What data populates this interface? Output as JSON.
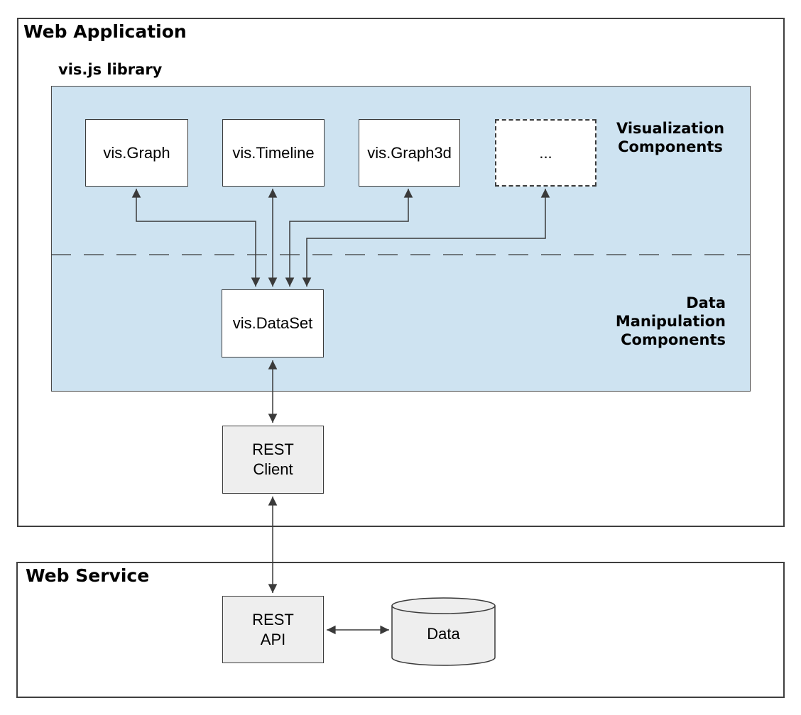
{
  "web_application": {
    "title": "Web Application"
  },
  "library": {
    "title": "vis.js library",
    "components": [
      {
        "label": "vis.Graph"
      },
      {
        "label": "vis.Timeline"
      },
      {
        "label": "vis.Graph3d"
      },
      {
        "label": "..."
      }
    ],
    "dataset_label": "vis.DataSet",
    "visualization_label": "Visualization\nComponents",
    "data_manipulation_label": "Data\nManipulation\nComponents"
  },
  "rest_client_label": "REST\nClient",
  "web_service": {
    "title": "Web Service",
    "rest_api_label": "REST\nAPI",
    "data_label": "Data"
  },
  "colors": {
    "library_panel_blue": "#cee3f1",
    "node_gray": "#eeeeee",
    "node_white": "#ffffff",
    "stroke_dark": "#3b3b3b",
    "arrow": "#3a3a3a"
  }
}
